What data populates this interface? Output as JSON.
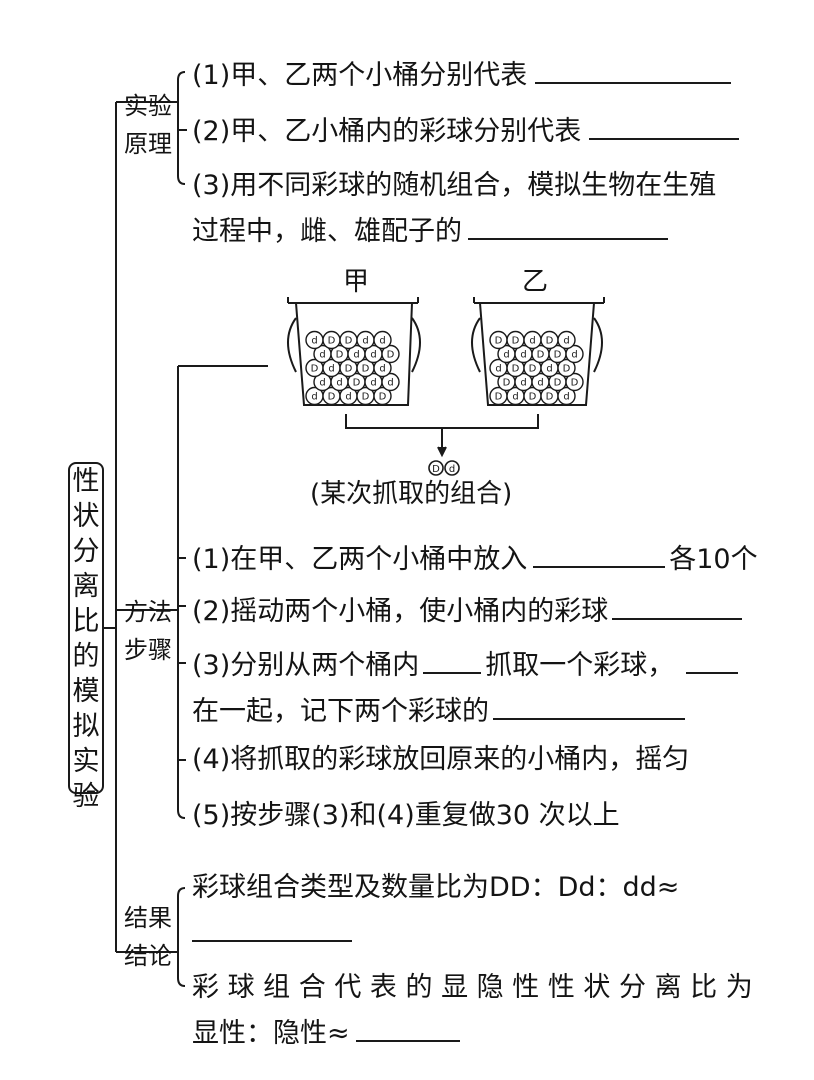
{
  "title_chars": [
    "性",
    "状",
    "分",
    "离",
    "比",
    "的",
    "模",
    "拟",
    "实",
    "验"
  ],
  "sections": {
    "principle": {
      "label1": "实验",
      "label2": "原理"
    },
    "method": {
      "label1": "方法",
      "label2": "步骤"
    },
    "result": {
      "label1": "结果",
      "label2": "结论"
    }
  },
  "principle_items": {
    "i1": "(1)甲、乙两个小桶分别代表",
    "i2": "(2)甲、乙小桶内的彩球分别代表",
    "i3a": "(3)用不同彩球的随机组合，模拟生物在生殖",
    "i3b": "过程中，雌、雄配子的"
  },
  "figure": {
    "bucket_a_label": "甲",
    "bucket_b_label": "乙",
    "result_ball_1": "D",
    "result_ball_2": "d",
    "caption": "(某次抓取的组合)"
  },
  "method_items": {
    "i1a": "(1)在甲、乙两个小桶中放入",
    "i1b": "各10个",
    "i2": "(2)摇动两个小桶，使小桶内的彩球",
    "i3a": "(3)分别从两个桶内",
    "i3b": "抓取一个彩球，",
    "i3c": "在一起，记下两个彩球的",
    "i4": "(4)将抓取的彩球放回原来的小桶内，摇匀",
    "i5": "(5)按步骤(3)和(4)重复做30 次以上"
  },
  "result_items": {
    "r1": "彩球组合类型及数量比为DD：Dd：dd≈",
    "r2": "彩 球 组 合 代 表 的 显 隐 性 性 状 分 离 比 为",
    "r2b": "显性：隐性≈"
  }
}
